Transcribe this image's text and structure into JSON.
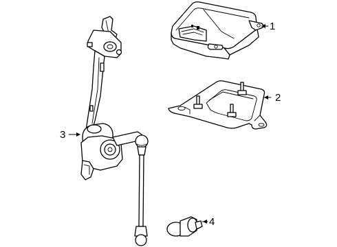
{
  "callouts": [
    {
      "id": "c1",
      "label": "1"
    },
    {
      "id": "c2",
      "label": "2"
    },
    {
      "id": "c3",
      "label": "3"
    },
    {
      "id": "c4",
      "label": "4"
    }
  ]
}
